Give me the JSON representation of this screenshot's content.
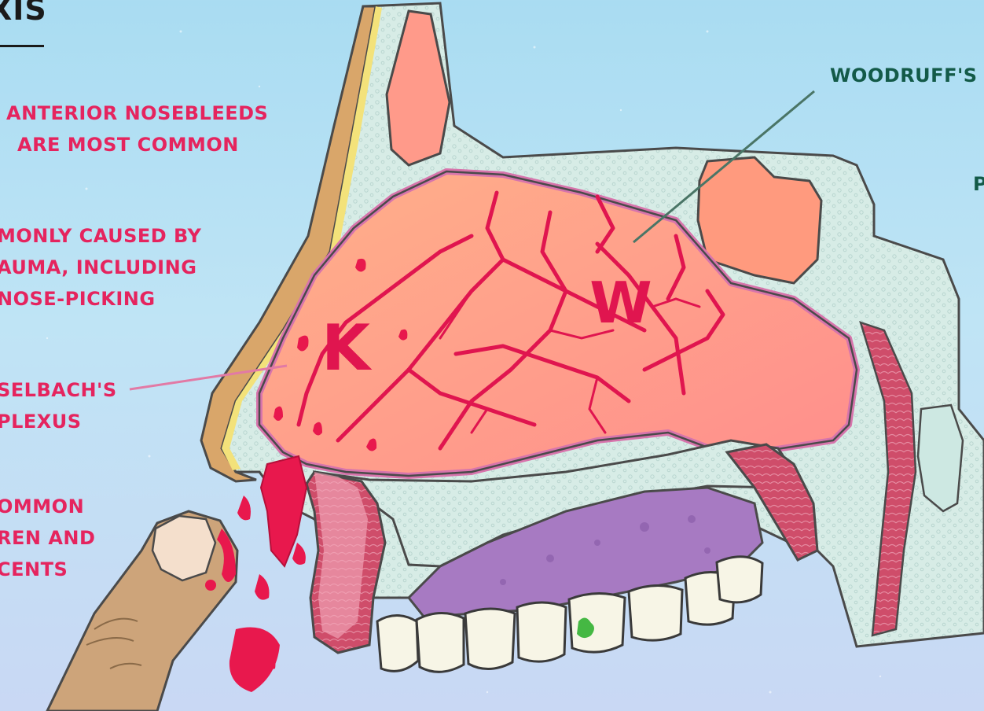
{
  "title": "XIS",
  "callouts": {
    "anterior": [
      "ANTERIOR NOSEBLEEDS",
      "ARE MOST COMMON"
    ],
    "trauma": [
      "MONLY CAUSED BY",
      "AUMA, INCLUDING",
      "NOSE-PICKING"
    ],
    "kiesselbach": [
      "SELBACH'S",
      "PLEXUS"
    ],
    "common": [
      "OMMON",
      "REN AND",
      "CENTS"
    ],
    "woodruff": "WOODRUFF'S P",
    "posterior": "P"
  },
  "plexus_letters": {
    "kiesselbach": "K",
    "woodruff": "W"
  },
  "colors": {
    "background": "#b5e0f4",
    "callout_text": "#e5245e",
    "woodruff_text": "#135a48",
    "vessel": "#e0154f",
    "blood": "#e8184d",
    "mucosa": "#ff9f87",
    "bone": "#d6ebe6",
    "palate": "#a77ac2",
    "skin": "#cda47a"
  }
}
